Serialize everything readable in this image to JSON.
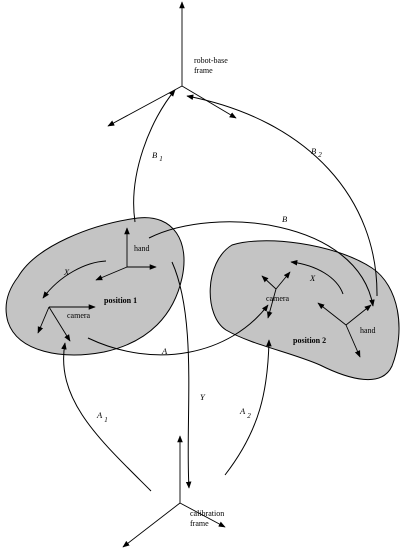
{
  "frames": {
    "robot_base": {
      "line1": "robot-base",
      "line2": "frame"
    },
    "calibration": {
      "line1": "calibration",
      "line2": "frame"
    }
  },
  "positions": {
    "one": {
      "title": "position 1",
      "hand": "hand",
      "camera": "camera",
      "x": "X"
    },
    "two": {
      "title": "position 2",
      "hand": "hand",
      "camera": "camera",
      "x": "X"
    }
  },
  "transforms": {
    "b1": {
      "main": "B",
      "sub": "1"
    },
    "b2": {
      "main": "B",
      "sub": "2"
    },
    "b": "B",
    "a": "A",
    "y": "Y",
    "a1": {
      "main": "A",
      "sub": "1"
    },
    "a2": {
      "main": "A",
      "sub": "2"
    }
  },
  "colors": {
    "blob_fill": "#c4c4c4",
    "stroke": "#000000"
  }
}
